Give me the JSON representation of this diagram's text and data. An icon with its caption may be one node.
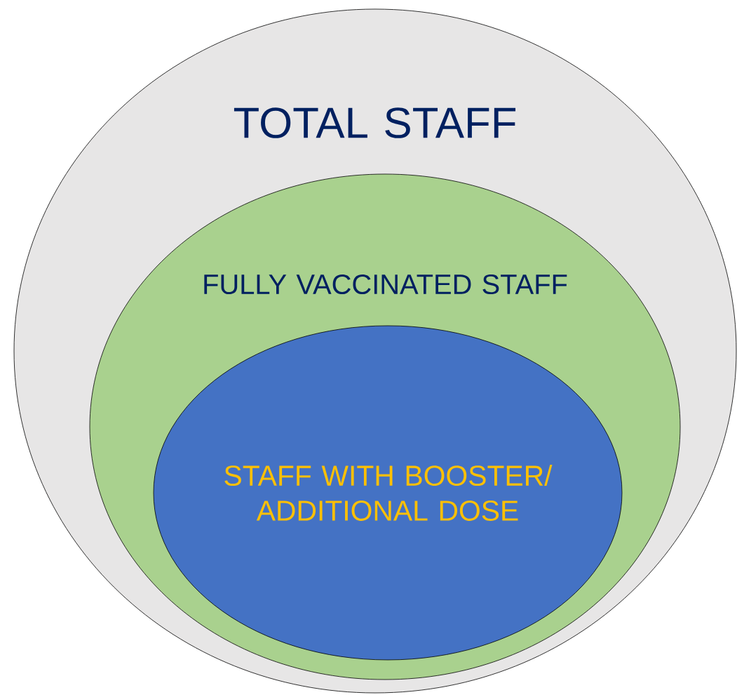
{
  "diagram": {
    "nodes": [
      {
        "text": [
          "TOTAL STAFF"
        ]
      },
      {
        "text": [
          "FULLY VACCINATED STAFF"
        ],
        "in": 0
      },
      {
        "text": [
          "STAFF WITH BOOSTER/ ADDITIONAL DOSE"
        ],
        "in": 1
      }
    ]
  }
}
